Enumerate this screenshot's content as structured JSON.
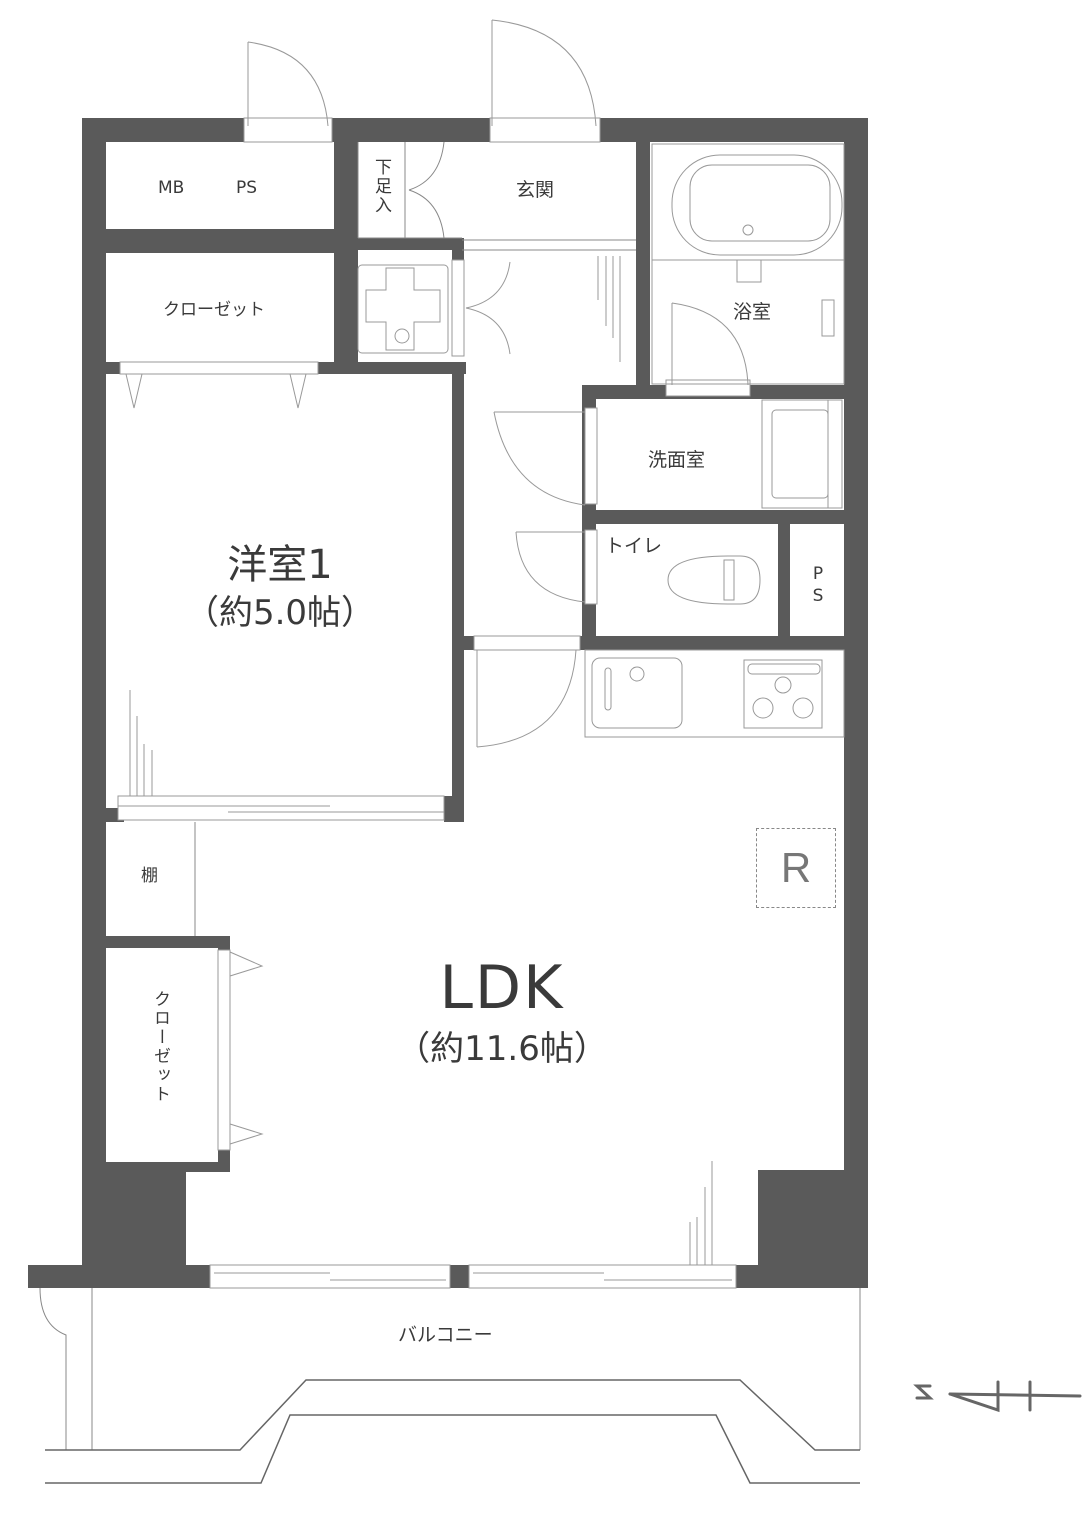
{
  "floor_plan": {
    "type": "apartment floor plan (1LDK)",
    "colors": {
      "wall": "#5a5a5a",
      "line": "#888888",
      "text": "#3a3a3a",
      "background": "#ffffff"
    },
    "rooms": {
      "mb": "MB",
      "ps_top": "PS",
      "shoe_box": "下足入",
      "entrance": "玄関",
      "bathroom": "浴室",
      "closet_top": "クローゼット",
      "washroom": "洗面室",
      "toilet": "トイレ",
      "ps_right": "PS",
      "western_room_name": "洋室1",
      "western_room_size": "（約5.0帖）",
      "shelf": "棚",
      "closet_side": "クローゼット",
      "ldk_name": "LDK",
      "ldk_size": "（約11.6帖）",
      "refrigerator_mark": "R",
      "balcony": "バルコニー"
    },
    "compass": {
      "label": "N",
      "direction": "left"
    }
  }
}
